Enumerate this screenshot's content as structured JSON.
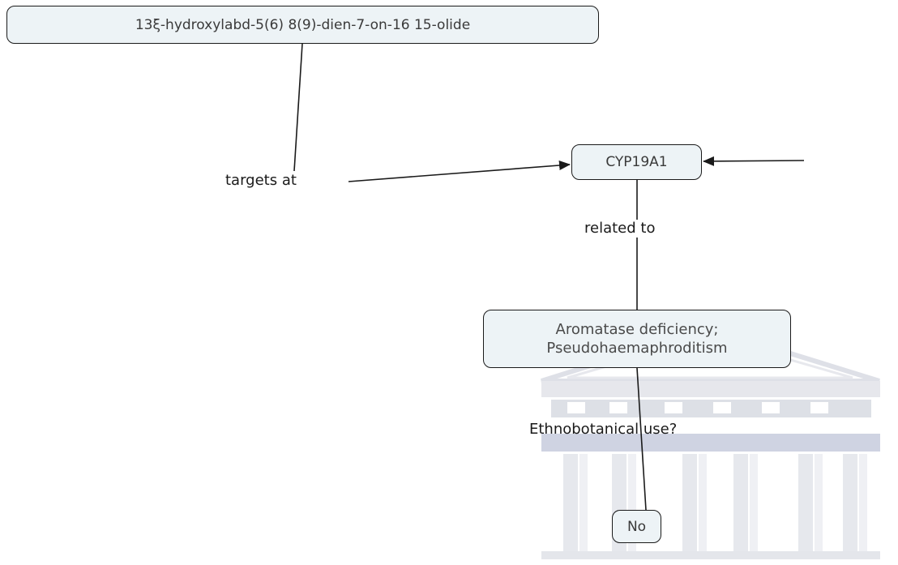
{
  "nodes": {
    "compound": "13ξ-hydroxylabd-5(6) 8(9)-dien-7-on-16 15-olide",
    "cyp": "CYP19A1",
    "aromatase_line1": "Aromatase deficiency;",
    "aromatase_line2": "Pseudohaemaphroditism",
    "no": "No"
  },
  "links": {
    "targets_at": "targets at",
    "related_to": "related to",
    "ethnobotanical": "Ethnobotanical use?"
  },
  "colors": {
    "node_fill": "#edf3f6",
    "node_border": "#1a1a1a",
    "line": "#1a1a1a",
    "watermark": "#c9ccd6",
    "watermark_band": "#a9b0cc"
  }
}
